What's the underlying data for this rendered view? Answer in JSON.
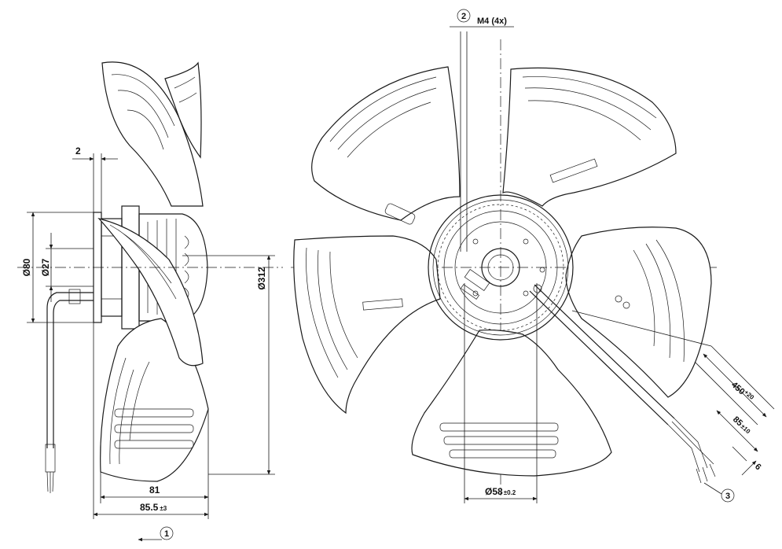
{
  "dimensions": {
    "outer_diameter": "Ø312",
    "body_diameter": "Ø80",
    "hub_diameter": "Ø27",
    "shaft_diameter_main": "Ø58",
    "shaft_diameter_tol": "±0.2",
    "depth_blade": "81",
    "depth_total_main": "85.5",
    "depth_total_tol": "±3",
    "gap": "2",
    "thread": "M4 (4x)",
    "cable_length_main": "450",
    "cable_length_tol": "+20",
    "strip_length_main": "85",
    "strip_length_tol": "±10",
    "wire_end": "6"
  },
  "callouts": {
    "airflow": "1",
    "mount": "2",
    "cable": "3"
  },
  "icons": {
    "airflow_arrow": "airflow-arrow-icon"
  }
}
